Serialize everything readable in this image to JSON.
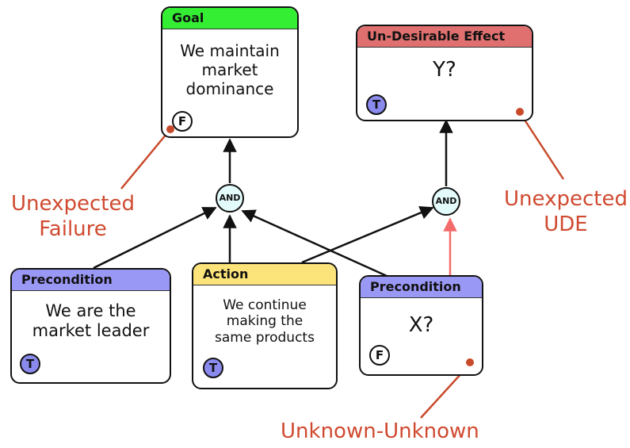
{
  "colors": {
    "annotation": "#d04a30",
    "marker": "#c84a2a",
    "node_border": "#111111",
    "goal_header": "#33ee33",
    "ude_header": "#e07070",
    "precondition_header": "#9a98f5",
    "action_header": "#fde47a",
    "true_badge": "#8a8aee",
    "false_badge": "#ffffff",
    "and_fill": "#e4fbfb",
    "edge": "#111111",
    "edge_highlight": "#f46b6b"
  },
  "nodes": {
    "goal": {
      "header": "Goal",
      "lines": [
        "We maintain",
        "market",
        "dominance"
      ],
      "badge": "F"
    },
    "ude": {
      "header": "Un-Desirable Effect",
      "lines": [
        "Y?"
      ],
      "badge": "T"
    },
    "precondition_left": {
      "header": "Precondition",
      "lines": [
        "We are the",
        "market leader"
      ],
      "badge": "T"
    },
    "action": {
      "header": "Action",
      "lines": [
        "We continue",
        "making the",
        "same products"
      ],
      "badge": "T"
    },
    "precondition_right": {
      "header": "Precondition",
      "lines": [
        "X?"
      ],
      "badge": "F"
    }
  },
  "and_nodes": {
    "left": "AND",
    "right": "AND"
  },
  "annotations": {
    "unexpected_failure": [
      "Unexpected",
      "Failure"
    ],
    "unexpected_ude": [
      "Unexpected",
      "UDE"
    ],
    "unknown_unknown": "Unknown-Unknown"
  }
}
